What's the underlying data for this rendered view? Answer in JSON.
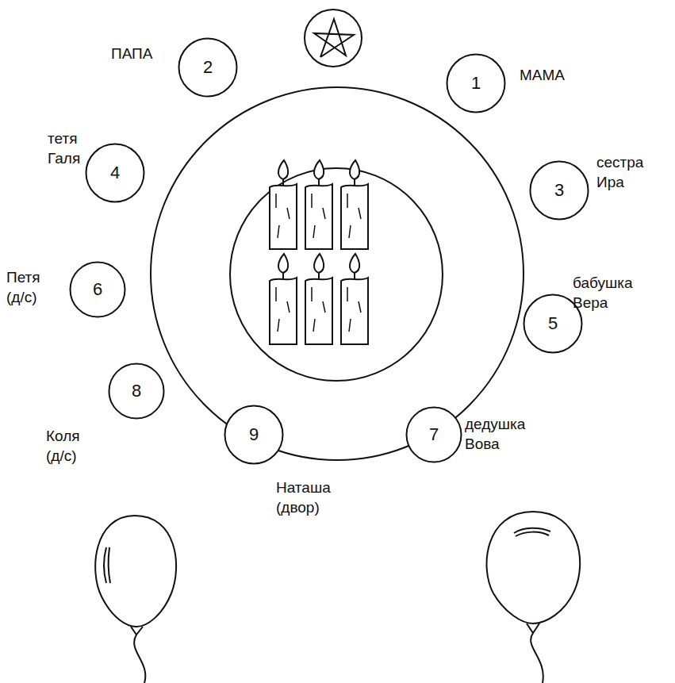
{
  "diagram": {
    "nodes": [
      {
        "text": [
          "ПАПА",
          "2"
        ]
      },
      {
        "text": [
          "1",
          "МАМА"
        ]
      },
      {
        "text": [
          "тетя Галя",
          "4"
        ]
      },
      {
        "text": [
          "3",
          "сестра Ира"
        ]
      },
      {
        "text": [
          "Петя (д/с)",
          "6"
        ]
      },
      {
        "text": [
          "бабушка Вера",
          "5"
        ]
      },
      {
        "text": [
          "8",
          "Коля (д/с)"
        ]
      },
      {
        "text": [
          "9",
          "Наташа (двор)"
        ]
      },
      {
        "text": [
          "7",
          "дедушка Вова"
        ]
      }
    ]
  }
}
